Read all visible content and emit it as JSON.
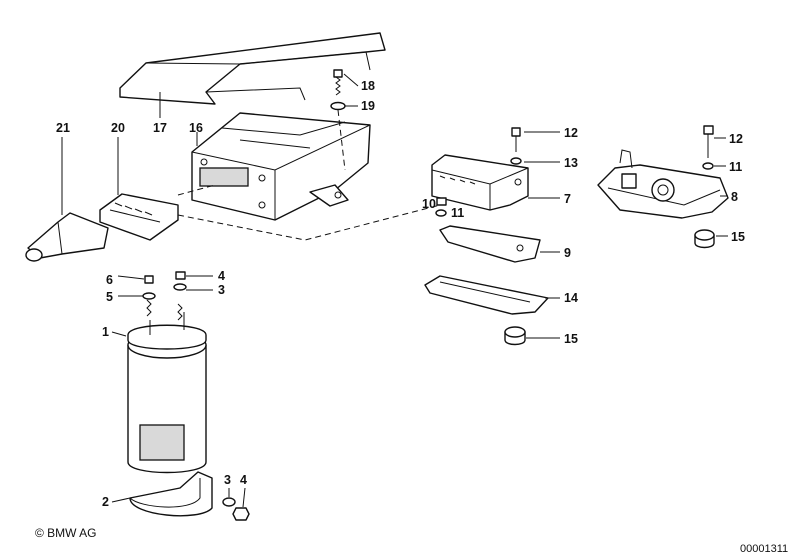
{
  "diagram": {
    "copyright": "© BMW AG",
    "drawing_number": "00001311",
    "callouts": {
      "c1": "1",
      "c2": "2",
      "c3a": "3",
      "c3b": "3",
      "c4a": "4",
      "c4b": "4",
      "c5": "5",
      "c6": "6",
      "c7": "7",
      "c8": "8",
      "c9": "9",
      "c10": "10",
      "c11a": "11",
      "c11b": "11",
      "c12a": "12",
      "c12b": "12",
      "c13": "13",
      "c14": "14",
      "c15a": "15",
      "c15b": "15",
      "c16": "16",
      "c17": "17",
      "c18": "18",
      "c19": "19",
      "c20": "20",
      "c21": "21"
    }
  }
}
